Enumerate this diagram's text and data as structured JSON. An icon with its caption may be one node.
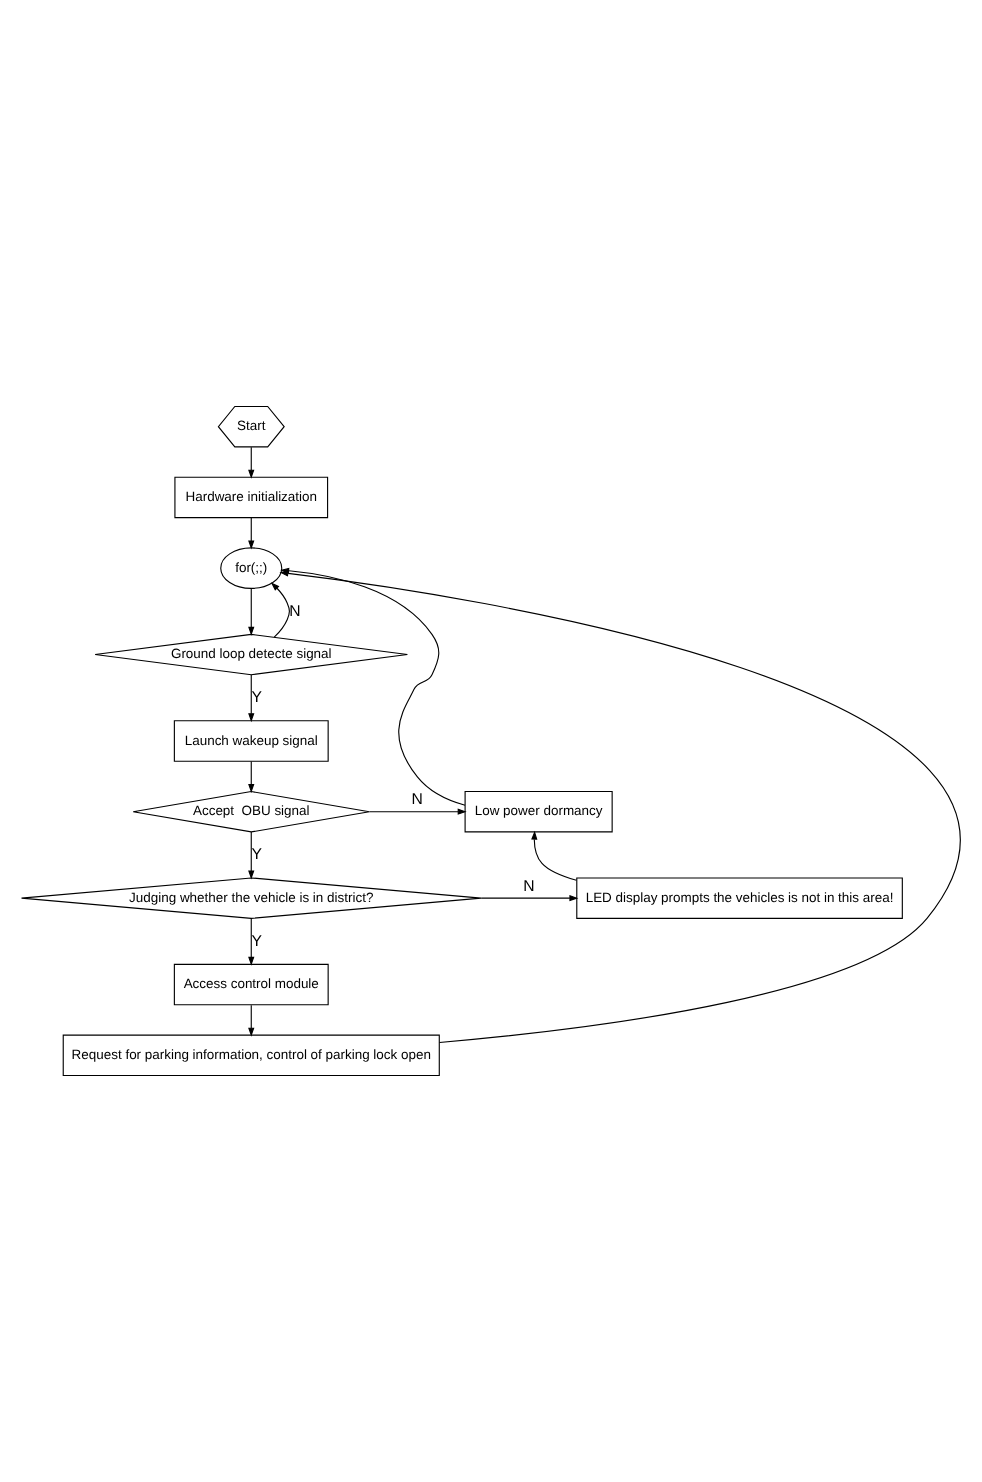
{
  "diagram": {
    "nodes": [
      {
        "text": [
          "Start"
        ]
      },
      {
        "text": [
          "Hardware initialization"
        ]
      },
      {
        "text": [
          "for(;;)"
        ]
      },
      {
        "text": [
          "Ground loop detecte signal"
        ]
      },
      {
        "text": [
          "Launch wakeup signal"
        ]
      },
      {
        "text": [
          "Accept  OBU signal"
        ]
      },
      {
        "text": [
          "Low power dormancy"
        ]
      },
      {
        "text": [
          "Judging whether the vehicle is in district?"
        ]
      },
      {
        "text": [
          "LED display prompts the vehicles is not in this area!"
        ]
      },
      {
        "text": [
          "Access control module"
        ]
      },
      {
        "text": [
          "Request for parking information, control of parking lock open"
        ]
      }
    ],
    "edges": [
      {
        "from": 0,
        "to": 1,
        "arrow": "to"
      },
      {
        "from": 1,
        "to": 2,
        "arrow": "to"
      },
      {
        "from": 2,
        "to": 3,
        "arrow": "to"
      },
      {
        "from": 3,
        "to": 2,
        "arrow": "to",
        "label": "N"
      },
      {
        "from": 3,
        "to": 4,
        "arrow": "to",
        "label": "Y"
      },
      {
        "from": 4,
        "to": 5,
        "arrow": "to"
      },
      {
        "from": 5,
        "to": 6,
        "arrow": "to",
        "label": "N"
      },
      {
        "from": 5,
        "to": 7,
        "arrow": "to",
        "label": "Y"
      },
      {
        "from": 7,
        "to": 8,
        "arrow": "to",
        "label": "N"
      },
      {
        "from": 7,
        "to": 9,
        "arrow": "to",
        "label": "Y"
      },
      {
        "from": 8,
        "to": 6,
        "arrow": "to"
      },
      {
        "from": 6,
        "to": 2,
        "arrow": "to"
      },
      {
        "from": 9,
        "to": 10,
        "arrow": "to"
      },
      {
        "from": 10,
        "to": 2,
        "arrow": "to"
      }
    ]
  }
}
